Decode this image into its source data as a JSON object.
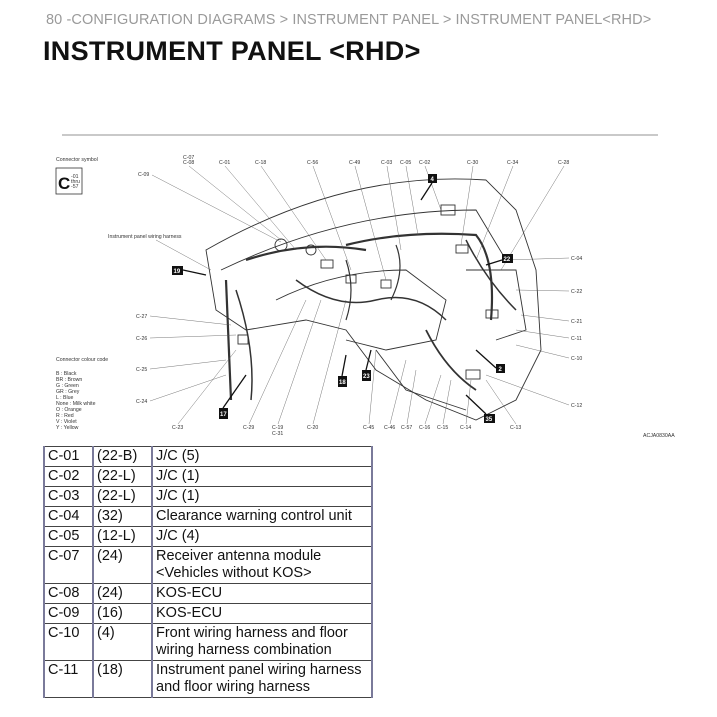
{
  "breadcrumb": "80 -CONFIGURATION DIAGRAMS > INSTRUMENT PANEL > INSTRUMENT PANEL<RHD>",
  "title": "INSTRUMENT PANEL <RHD>",
  "diagram": {
    "legend_symbol_label": "Connector symbol",
    "legend_symbol_letter": "C",
    "legend_symbol_range": [
      "-01",
      "thru",
      "-57"
    ],
    "harness_label": "Instrument panel wiring harness",
    "colour_code_lines": [
      "Connector colour code",
      "B : Black",
      "BR : Brown",
      "G : Green",
      "GR : Grey",
      "L : Blue",
      "None : Milk white",
      "O : Orange",
      "R : Red",
      "V : Violet",
      "Y : Yellow"
    ],
    "figure_code": "ACJA0830AA",
    "top_labels": [
      "C-07",
      "C-08",
      "C-01",
      "C-18",
      "C-56",
      "C-49",
      "C-03",
      "C-05",
      "C-02",
      "C-30",
      "C-34",
      "C-28"
    ],
    "left_labels": [
      "C-09",
      "C-27",
      "C-26",
      "C-25",
      "C-24"
    ],
    "right_labels": [
      "C-04",
      "C-22",
      "C-21",
      "C-11",
      "C-10",
      "C-12"
    ],
    "bottom_labels": [
      "C-23",
      "C-29",
      "C-19",
      "C-31",
      "C-20",
      "C-45",
      "C-46",
      "C-57",
      "C-16",
      "C-15",
      "C-14",
      "C-13"
    ],
    "callouts": [
      "4",
      "19",
      "22",
      "18",
      "23",
      "2",
      "17",
      "35"
    ]
  },
  "connectors": [
    {
      "code": "C-01",
      "type": "(22-B)",
      "name": "J/C (5)"
    },
    {
      "code": "C-02",
      "type": "(22-L)",
      "name": "J/C (1)"
    },
    {
      "code": "C-03",
      "type": "(22-L)",
      "name": "J/C (1)"
    },
    {
      "code": "C-04",
      "type": "(32)",
      "name": "Clearance warning control unit"
    },
    {
      "code": "C-05",
      "type": "(12-L)",
      "name": "J/C (4)"
    },
    {
      "code": "C-07",
      "type": "(24)",
      "name": "Receiver antenna module",
      "name2": "<Vehicles without KOS>"
    },
    {
      "code": "C-08",
      "type": "(24)",
      "name": "KOS-ECU"
    },
    {
      "code": "C-09",
      "type": "(16)",
      "name": "KOS-ECU"
    },
    {
      "code": "C-10",
      "type": "(4)",
      "name": "Front wiring harness and floor",
      "name2": "wiring harness combination"
    },
    {
      "code": "C-11",
      "type": "(18)",
      "name": "Instrument panel wiring harness",
      "name2": "and floor wiring harness"
    }
  ]
}
